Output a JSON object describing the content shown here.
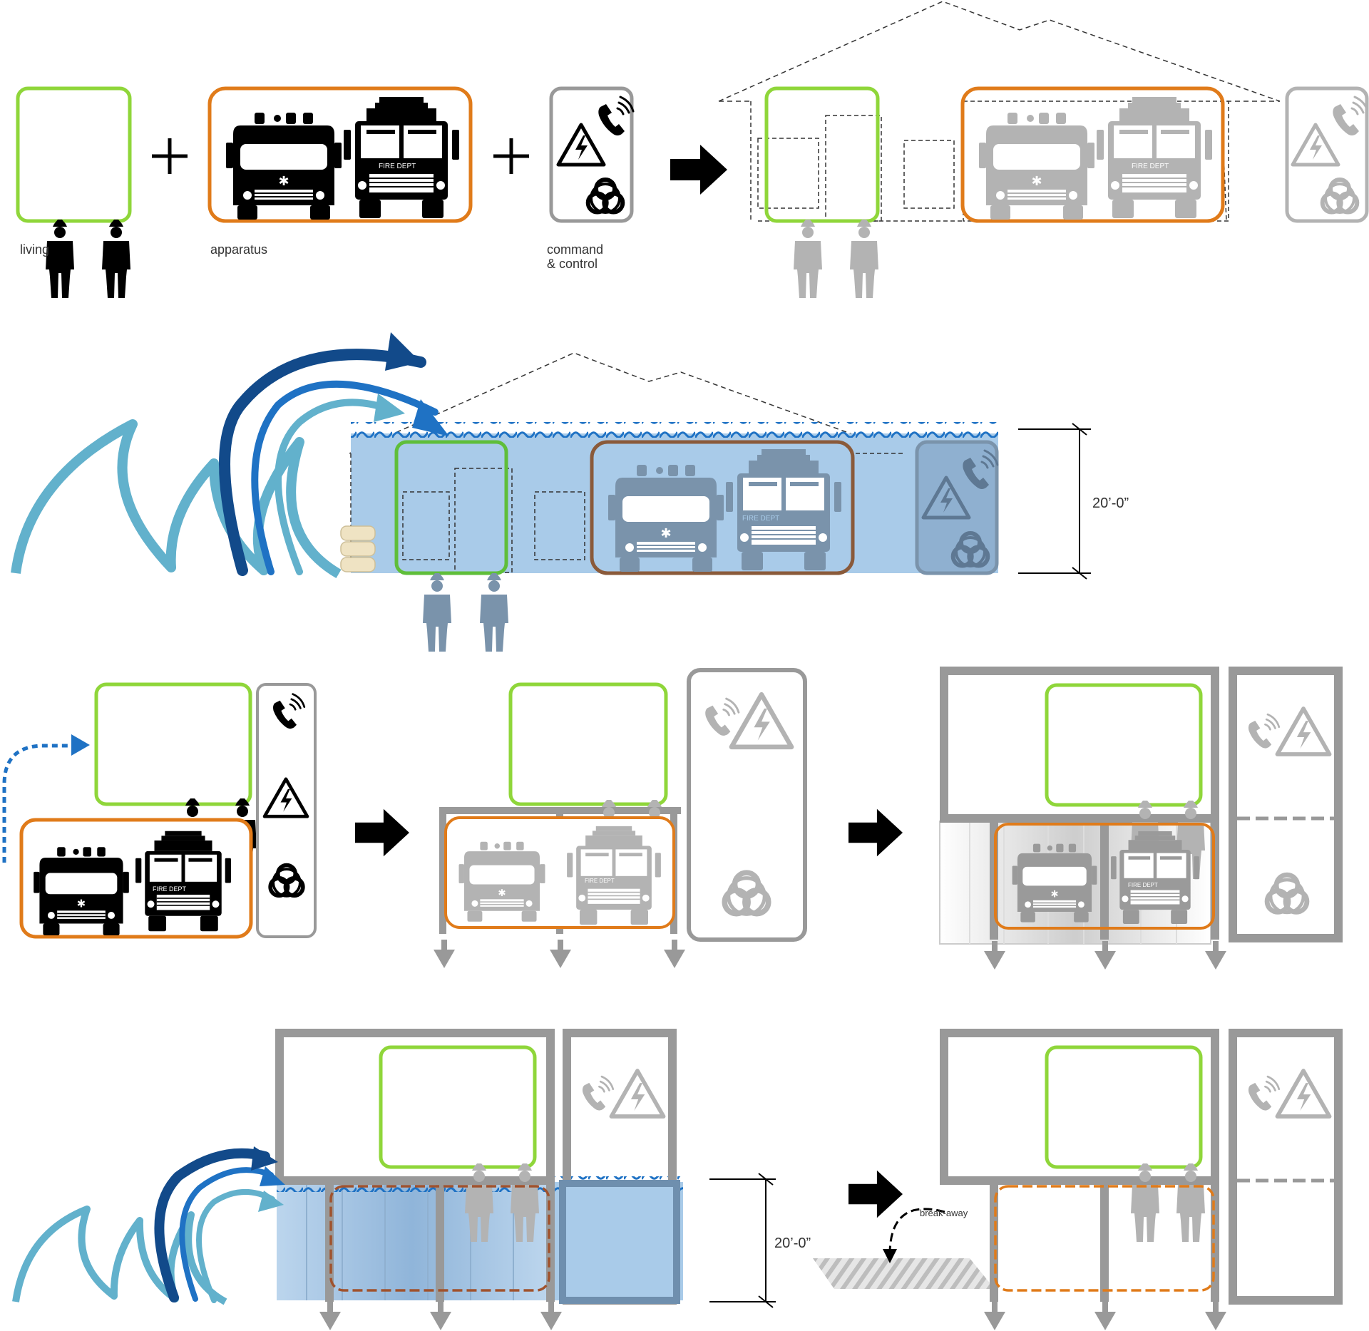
{
  "labels": {
    "living": "living",
    "apparatus": "apparatus",
    "command_line1": "command",
    "command_line2": "& control",
    "fire_dept": "FIRE DEPT",
    "dimension": "20’-0”",
    "break_away": "break-away"
  },
  "colors": {
    "living": "#8fd63a",
    "apparatus": "#e07b1a",
    "command": "#999999",
    "structure": "#999999",
    "water": "#a9cbe9",
    "wave_dark": "#124a8a",
    "wave_mid": "#1f72c4",
    "wave_light": "#62b1cc",
    "black": "#000000",
    "ghost": "#b3b3b3",
    "sandbag": "#efe3c3"
  },
  "icons": [
    "firefighter-icon",
    "ambulance-icon",
    "fire-engine-icon",
    "phone-icon",
    "high-voltage-icon",
    "biohazard-icon",
    "arrow-right-icon",
    "down-arrow-icon",
    "wave-icon",
    "sandbag-icon"
  ]
}
